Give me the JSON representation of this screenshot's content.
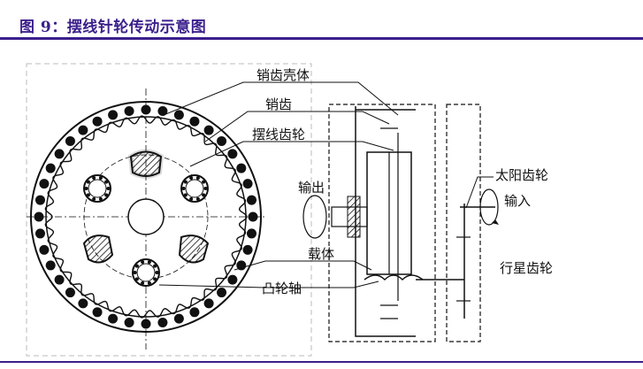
{
  "figure": {
    "title": "图 9：摆线针轮传动示意图"
  },
  "labels": {
    "pin_housing": "销齿壳体",
    "pin_teeth": "销齿",
    "cycloid_gear": "摆线齿轮",
    "output": "输出",
    "carrier": "载体",
    "camshaft": "凸轮轴",
    "sun_gear": "太阳齿轮",
    "input": "输入",
    "planet_gear": "行星齿轮"
  },
  "colors": {
    "accent": "#3b1f8c",
    "rule": "#3b1f8c",
    "line": "#111111"
  }
}
